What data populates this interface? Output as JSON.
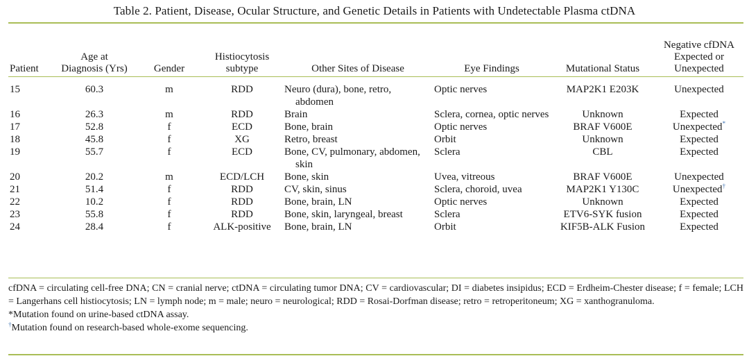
{
  "caption": "Table 2.  Patient, Disease, Ocular Structure, and Genetic Details in Patients with Undetectable Plasma ctDNA",
  "headers": [
    [
      "Patient"
    ],
    [
      "Age at",
      "Diagnosis (Yrs)"
    ],
    [
      "Gender"
    ],
    [
      "Histiocytosis",
      "subtype"
    ],
    [
      "Other Sites of Disease"
    ],
    [
      "Eye Findings"
    ],
    [
      "Mutational Status"
    ],
    [
      "Negative cfDNA",
      "Expected or",
      "Unexpected"
    ]
  ],
  "rows": [
    {
      "patient": "15",
      "age": "60.3",
      "gender": "m",
      "subtype": "RDD",
      "sites": "Neuro (dura), bone, retro, abdomen",
      "eye": "Optic nerves",
      "mutation": "MAP2K1 E203K",
      "expected": "Unexpected",
      "mark": ""
    },
    {
      "patient": "16",
      "age": "26.3",
      "gender": "m",
      "subtype": "RDD",
      "sites": "Brain",
      "eye": "Sclera, cornea, optic nerves",
      "mutation": "Unknown",
      "expected": "Expected",
      "mark": ""
    },
    {
      "patient": "17",
      "age": "52.8",
      "gender": "f",
      "subtype": "ECD",
      "sites": "Bone, brain",
      "eye": "Optic nerves",
      "mutation": "BRAF V600E",
      "expected": "Unexpected",
      "mark": "*"
    },
    {
      "patient": "18",
      "age": "45.8",
      "gender": "f",
      "subtype": "XG",
      "sites": "Retro, breast",
      "eye": "Orbit",
      "mutation": "Unknown",
      "expected": "Expected",
      "mark": ""
    },
    {
      "patient": "19",
      "age": "55.7",
      "gender": "f",
      "subtype": "ECD",
      "sites": "Bone, CV, pulmonary, abdomen, skin",
      "eye": "Sclera",
      "mutation": "CBL",
      "expected": "Expected",
      "mark": ""
    },
    {
      "patient": "20",
      "age": "20.2",
      "gender": "m",
      "subtype": "ECD/LCH",
      "sites": "Bone, skin",
      "eye": "Uvea, vitreous",
      "mutation": "BRAF V600E",
      "expected": "Unexpected",
      "mark": ""
    },
    {
      "patient": "21",
      "age": "51.4",
      "gender": "f",
      "subtype": "RDD",
      "sites": "CV, skin, sinus",
      "eye": "Sclera, choroid, uvea",
      "mutation": "MAP2K1 Y130C",
      "expected": "Unexpected",
      "mark": "†"
    },
    {
      "patient": "22",
      "age": "10.2",
      "gender": "f",
      "subtype": "RDD",
      "sites": "Bone, brain, LN",
      "eye": "Optic nerves",
      "mutation": "Unknown",
      "expected": "Expected",
      "mark": ""
    },
    {
      "patient": "23",
      "age": "55.8",
      "gender": "f",
      "subtype": "RDD",
      "sites": "Bone, skin, laryngeal, breast",
      "eye": "Sclera",
      "mutation": "ETV6-SYK fusion",
      "expected": "Expected",
      "mark": ""
    },
    {
      "patient": "24",
      "age": "28.4",
      "gender": "f",
      "subtype": "ALK-positive",
      "sites": "Bone, brain, LN",
      "eye": "Orbit",
      "mutation": "KIF5B-ALK Fusion",
      "expected": "Expected",
      "mark": ""
    }
  ],
  "footnotes": {
    "abbreviations": "cfDNA = circulating cell-free DNA; CN = cranial nerve; ctDNA = circulating tumor DNA; CV = cardiovascular; DI = diabetes insipidus; ECD = Erdheim-Chester disease; f = female; LCH = Langerhans cell histiocytosis; LN = lymph node; m = male; neuro = neurological; RDD = Rosai-Dorfman disease; retro = retroperitoneum; XG = xanthogranuloma.",
    "star": "*Mutation found on urine-based ctDNA assay.",
    "dagger_mark": "†",
    "dagger": "Mutation found on research-based whole-exome sequencing."
  },
  "colors": {
    "rule": "#a9bd56",
    "mark": "#3a70b0"
  }
}
